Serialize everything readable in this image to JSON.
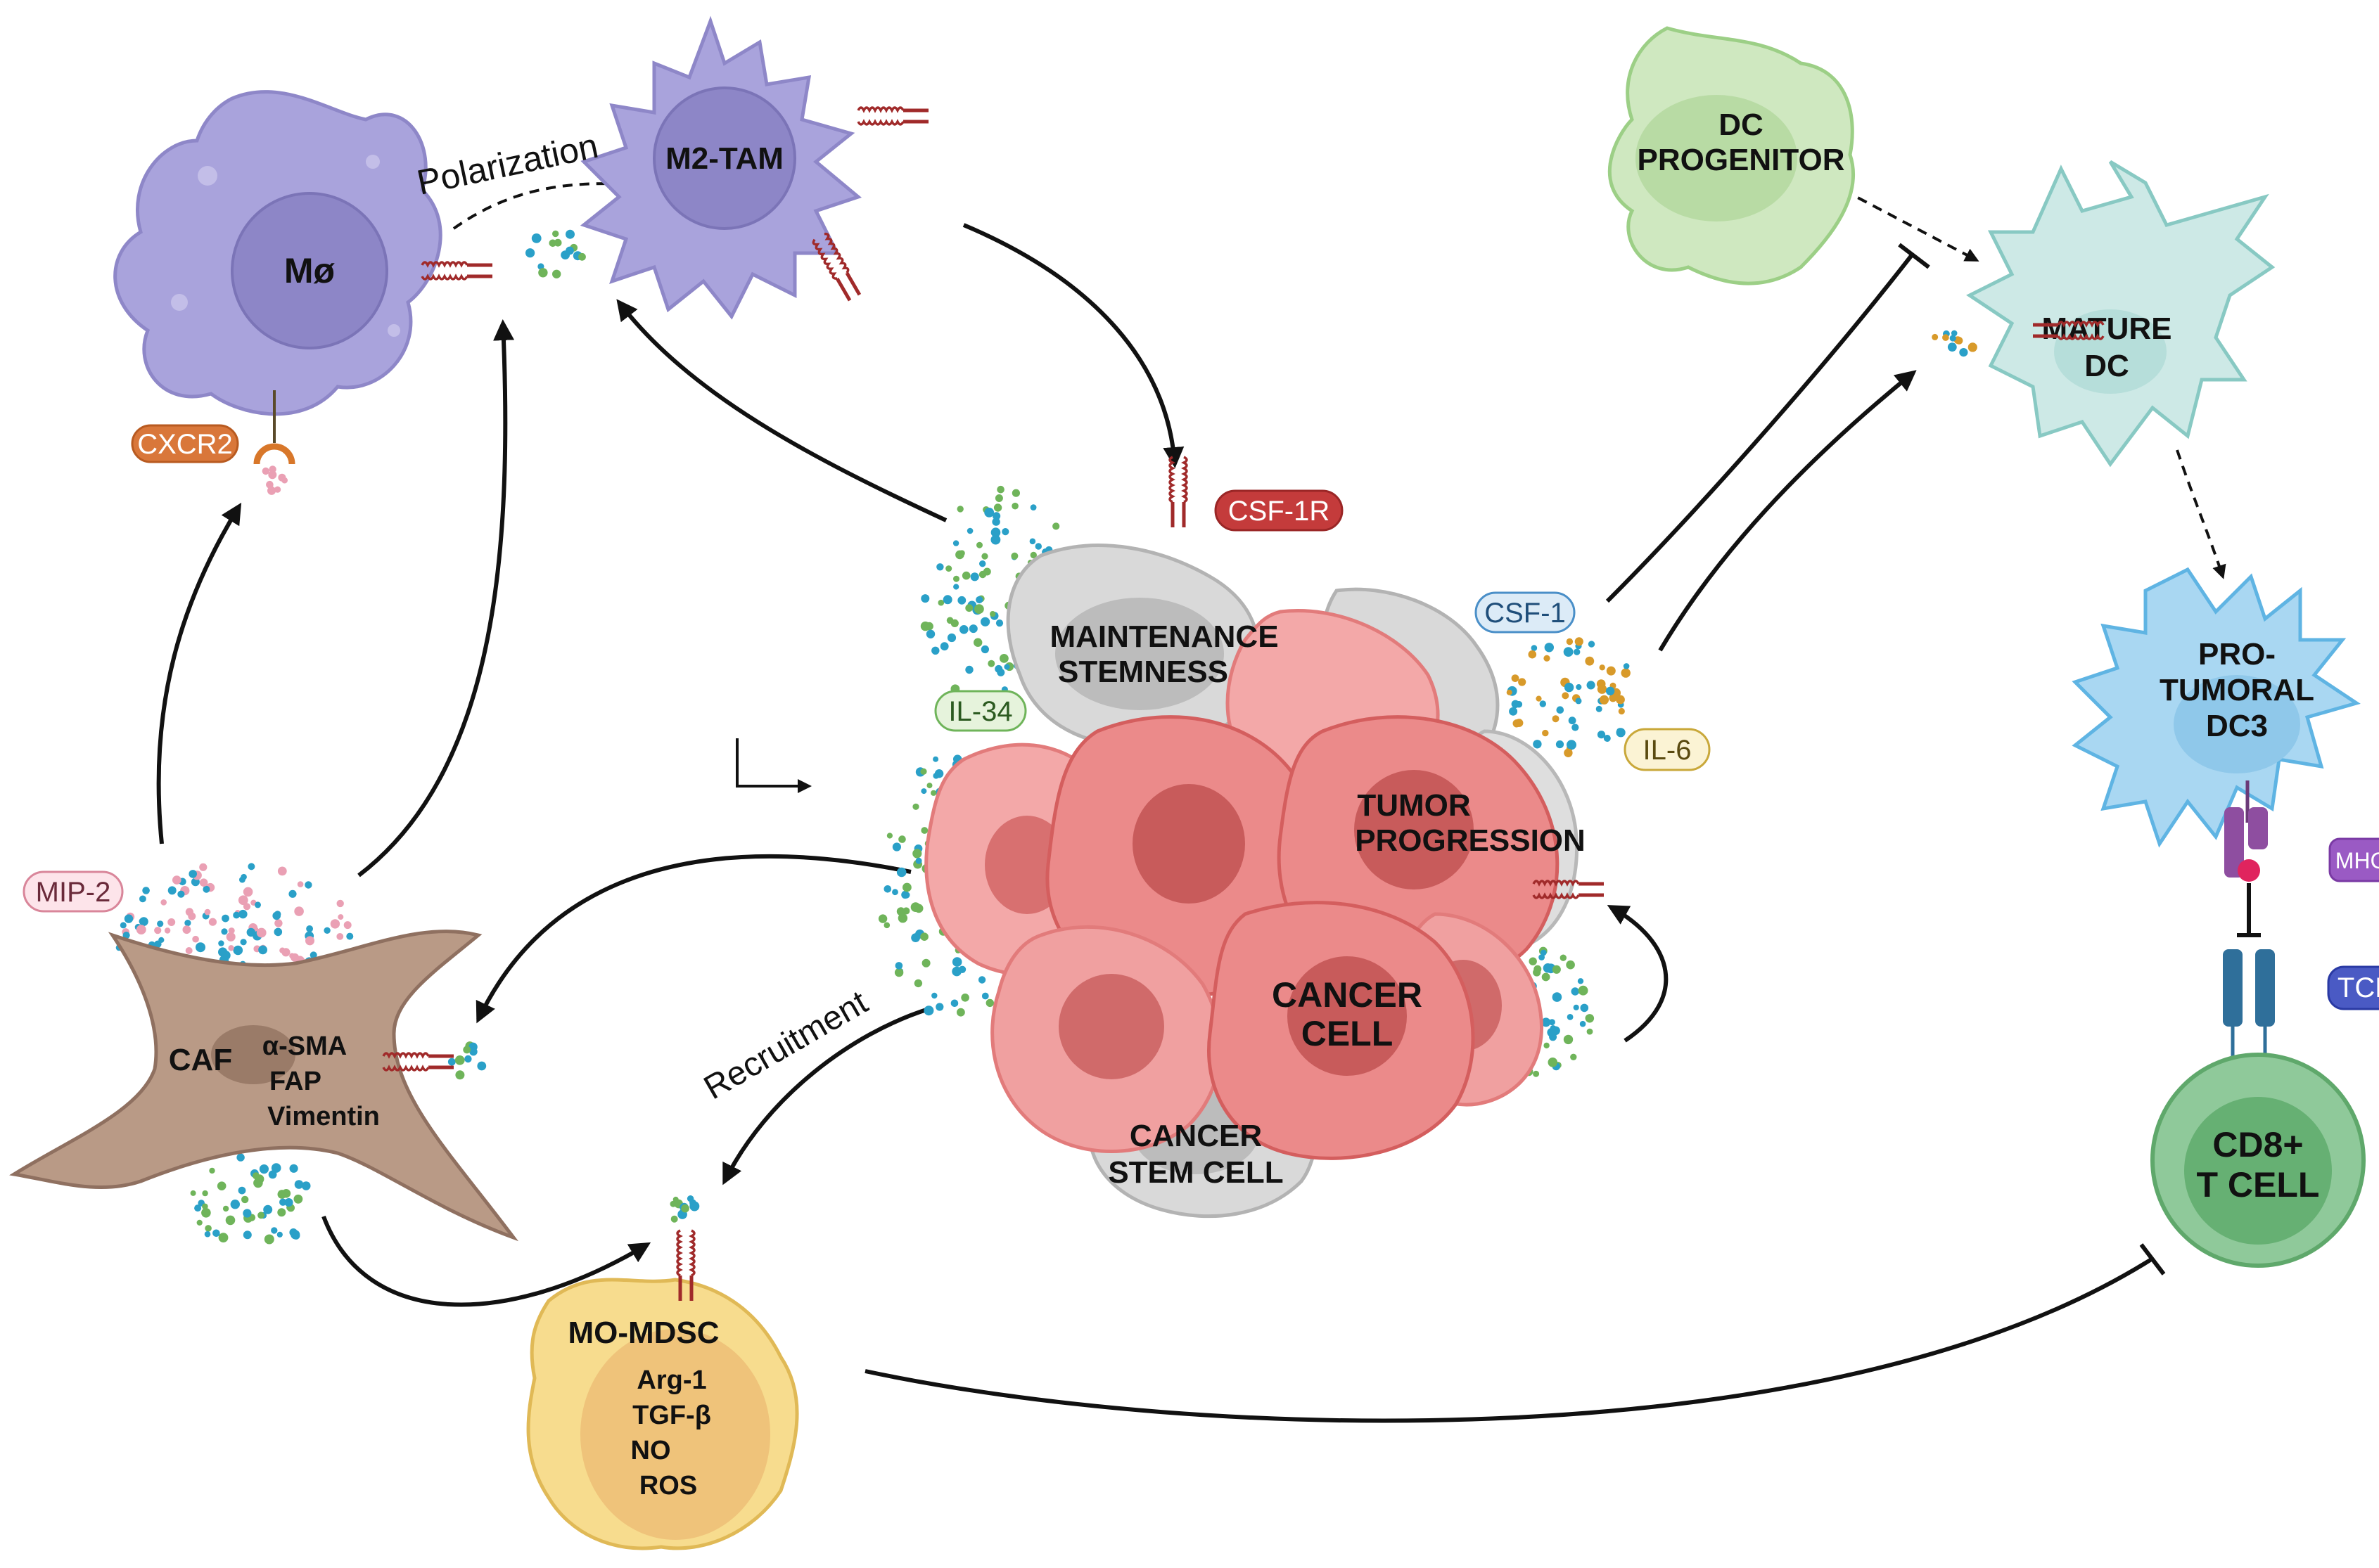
{
  "cells": {
    "macrophage": "Mø",
    "m2_tam": "M2-TAM",
    "dc_progenitor": [
      "DC",
      "PROGENITOR"
    ],
    "mature_dc": [
      "MATURE",
      "DC"
    ],
    "pro_tumoral_dc3": [
      "PRO-",
      "TUMORAL",
      "DC3"
    ],
    "cd8_t_cell": [
      "CD8+",
      "T CELL"
    ],
    "caf": "CAF",
    "caf_markers": [
      "α-SMA",
      "FAP",
      "Vimentin"
    ],
    "mo_mdsc": "MO-MDSC",
    "mdsc_factors": [
      "Arg-1",
      "TGF-β",
      "NO",
      "ROS"
    ],
    "cancer_cell": [
      "CANCER",
      "CELL"
    ],
    "cancer_stem_cell": [
      "CANCER",
      "STEM CELL"
    ]
  },
  "processes": {
    "polarization": "Polarization",
    "recruitment": "Recruitment",
    "maintenance": [
      "MAINTENANCE",
      "STEMNESS"
    ],
    "tumor_progression": [
      "TUMOR",
      "PROGRESSION"
    ]
  },
  "molecules": {
    "cxcr2": "CXCR2",
    "csf1r": "CSF-1R",
    "il34": "IL-34",
    "csf1": "CSF-1",
    "il6": "IL-6",
    "mip2": "MIP-2",
    "mhc1": "MHC-I",
    "tcr": "TCR"
  },
  "colors": {
    "macrophage": "#a9a3dc",
    "dc_green": "#cfe8c0",
    "mature_dc": "#cde9e6",
    "dc3": "#a9d7f2",
    "t_cell": "#8fc99a",
    "caf": "#b99a86",
    "mdsc": "#f7dc8e",
    "cancer": "#eb8a8a",
    "stem": "#d9d9d9",
    "receptor": "#a02a2a",
    "dot_blue": "#2aa0c8",
    "dot_green": "#6fb45a",
    "dot_pink": "#eaa0b4",
    "dot_orange": "#d89a2a"
  }
}
